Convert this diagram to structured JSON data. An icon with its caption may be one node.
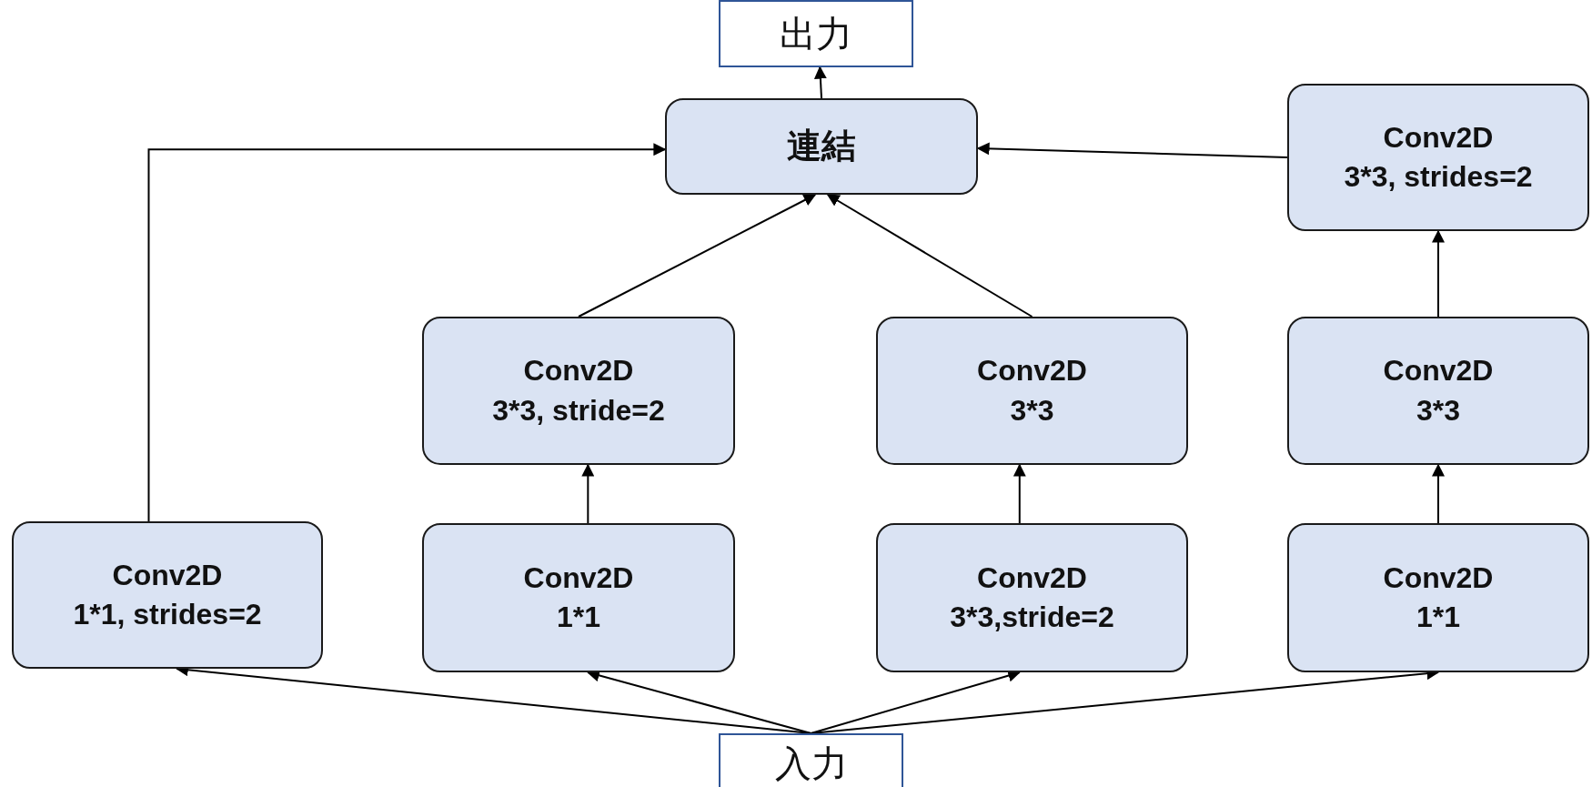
{
  "diagram": {
    "nodes": [
      {
        "text": [
          "出力"
        ]
      },
      {
        "text": [
          "連結"
        ]
      },
      {
        "text": [
          "Conv2D",
          "3*3, strides=2"
        ]
      },
      {
        "text": [
          "Conv2D",
          "3*3, stride=2"
        ]
      },
      {
        "text": [
          "Conv2D",
          "3*3"
        ]
      },
      {
        "text": [
          "Conv2D",
          "3*3"
        ]
      },
      {
        "text": [
          "Conv2D",
          "1*1, strides=2"
        ]
      },
      {
        "text": [
          "Conv2D",
          "1*1"
        ]
      },
      {
        "text": [
          "Conv2D",
          "3*3,stride=2"
        ]
      },
      {
        "text": [
          "Conv2D",
          "1*1"
        ]
      },
      {
        "text": [
          "入力"
        ]
      }
    ],
    "edges": [
      {
        "from": 10,
        "to": 6,
        "arrow": "to"
      },
      {
        "from": 10,
        "to": 7,
        "arrow": "to"
      },
      {
        "from": 10,
        "to": 8,
        "arrow": "to"
      },
      {
        "from": 10,
        "to": 9,
        "arrow": "to"
      },
      {
        "from": 6,
        "to": 1,
        "arrow": "to"
      },
      {
        "from": 7,
        "to": 3,
        "arrow": "to"
      },
      {
        "from": 8,
        "to": 4,
        "arrow": "to"
      },
      {
        "from": 9,
        "to": 5,
        "arrow": "to"
      },
      {
        "from": 5,
        "to": 2,
        "arrow": "to"
      },
      {
        "from": 3,
        "to": 1,
        "arrow": "to"
      },
      {
        "from": 4,
        "to": 1,
        "arrow": "to"
      },
      {
        "from": 2,
        "to": 1,
        "arrow": "to"
      },
      {
        "from": 1,
        "to": 0,
        "arrow": "to"
      }
    ]
  }
}
